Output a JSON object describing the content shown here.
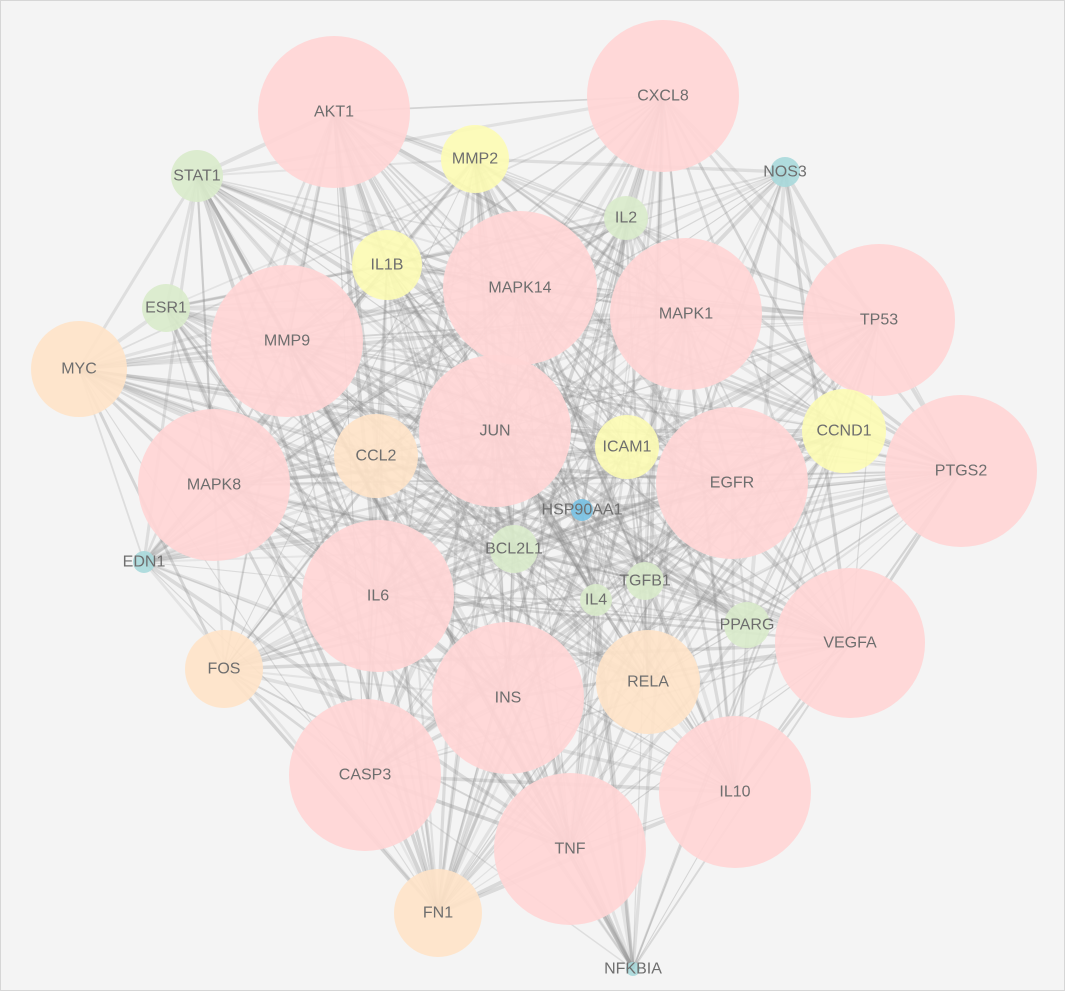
{
  "network": {
    "colors": {
      "background": "#f4f4f4",
      "edge": "#8c8c8c",
      "label": "#6e6e6e",
      "tier_pink": "#ffd5d5",
      "tier_orange": "#ffe3c8",
      "tier_yellow": "#fdfcb4",
      "tier_green": "#d9ebcb",
      "tier_teal": "#a9d9dc",
      "tier_blue": "#78c2e4"
    },
    "nodes": [
      {
        "id": "AKT1",
        "label": "AKT1",
        "tier": "pink"
      },
      {
        "id": "CXCL8",
        "label": "CXCL8",
        "tier": "pink"
      },
      {
        "id": "MAPK14",
        "label": "MAPK14",
        "tier": "pink"
      },
      {
        "id": "MAPK1",
        "label": "MAPK1",
        "tier": "pink"
      },
      {
        "id": "TP53",
        "label": "TP53",
        "tier": "pink"
      },
      {
        "id": "MMP9",
        "label": "MMP9",
        "tier": "pink"
      },
      {
        "id": "JUN",
        "label": "JUN",
        "tier": "pink"
      },
      {
        "id": "PTGS2",
        "label": "PTGS2",
        "tier": "pink"
      },
      {
        "id": "EGFR",
        "label": "EGFR",
        "tier": "pink"
      },
      {
        "id": "MAPK8",
        "label": "MAPK8",
        "tier": "pink"
      },
      {
        "id": "IL6",
        "label": "IL6",
        "tier": "pink"
      },
      {
        "id": "VEGFA",
        "label": "VEGFA",
        "tier": "pink"
      },
      {
        "id": "INS",
        "label": "INS",
        "tier": "pink"
      },
      {
        "id": "CASP3",
        "label": "CASP3",
        "tier": "pink"
      },
      {
        "id": "IL10",
        "label": "IL10",
        "tier": "pink"
      },
      {
        "id": "TNF",
        "label": "TNF",
        "tier": "pink"
      },
      {
        "id": "MYC",
        "label": "MYC",
        "tier": "orange"
      },
      {
        "id": "CCL2",
        "label": "CCL2",
        "tier": "orange"
      },
      {
        "id": "FOS",
        "label": "FOS",
        "tier": "orange"
      },
      {
        "id": "RELA",
        "label": "RELA",
        "tier": "orange"
      },
      {
        "id": "FN1",
        "label": "FN1",
        "tier": "orange"
      },
      {
        "id": "MMP2",
        "label": "MMP2",
        "tier": "yellow"
      },
      {
        "id": "IL1B",
        "label": "IL1B",
        "tier": "yellow"
      },
      {
        "id": "ICAM1",
        "label": "ICAM1",
        "tier": "yellow"
      },
      {
        "id": "CCND1",
        "label": "CCND1",
        "tier": "yellow"
      },
      {
        "id": "STAT1",
        "label": "STAT1",
        "tier": "green"
      },
      {
        "id": "IL2",
        "label": "IL2",
        "tier": "green"
      },
      {
        "id": "ESR1",
        "label": "ESR1",
        "tier": "green"
      },
      {
        "id": "BCL2L1",
        "label": "BCL2L1",
        "tier": "green"
      },
      {
        "id": "TGFB1",
        "label": "TGFB1",
        "tier": "green"
      },
      {
        "id": "IL4",
        "label": "IL4",
        "tier": "green"
      },
      {
        "id": "PPARG",
        "label": "PPARG",
        "tier": "green"
      },
      {
        "id": "NOS3",
        "label": "NOS3",
        "tier": "teal"
      },
      {
        "id": "EDN1",
        "label": "EDN1",
        "tier": "teal"
      },
      {
        "id": "NFKBIA",
        "label": "NFKBIA",
        "tier": "teal"
      },
      {
        "id": "HSP90AA1",
        "label": "HSP90AA1",
        "tier": "blue"
      }
    ]
  }
}
